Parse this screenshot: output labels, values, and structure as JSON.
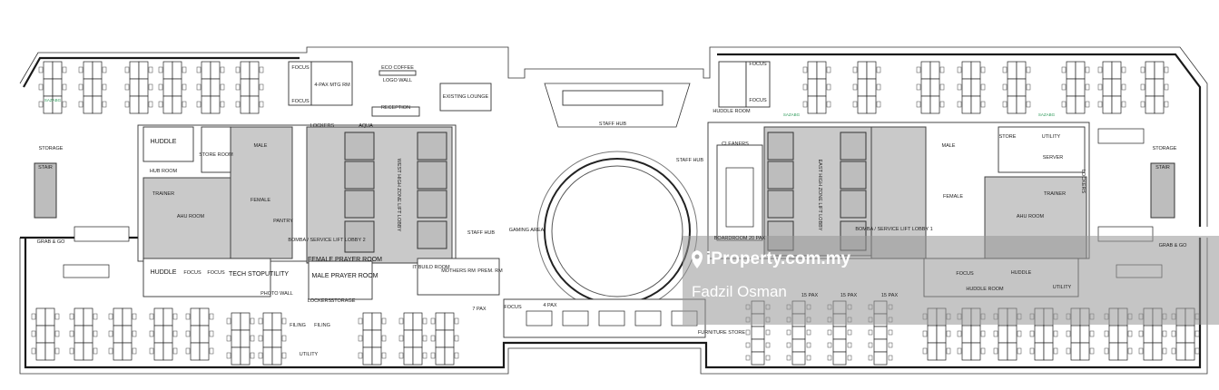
{
  "plan": {
    "labels": {
      "focus": "FOCUS",
      "meeting_4pax": "4-PAX MTG RM",
      "logo_wall": "LOGO WALL",
      "eco_coffee": "ECO COFFEE",
      "reception": "RECEPTION",
      "existing_lounge": "EXISTING LOUNGE",
      "staff_hub": "STAFF HUB",
      "huddle": "HUDDLE",
      "huddle_room": "HUDDLE ROOM",
      "store_room": "STORE ROOM",
      "hub_room": "HUB ROOM",
      "storage": "STORAGE",
      "grab_go": "GRAB & GO",
      "trainer": "TRAINER",
      "ahu_room": "AHU ROOM",
      "lockers": "LOCKERS",
      "aqua": "AQUA",
      "male": "MALE",
      "female": "FEMALE",
      "pantry": "PANTRY",
      "west_lobby": "WEST HIGH ZONE LIFT LOBBY",
      "east_lobby": "EAST HIGH ZONE LIFT LOBBY",
      "bomba_2": "BOMBA / SERVICE LIFT LOBBY 2",
      "bomba_1": "BOMBA / SERVICE LIFT LOBBY 1",
      "female_prayer": "FEMALE PRAYER ROOM",
      "male_prayer": "MALE PRAYER ROOM",
      "it_build": "IT BUILD ROOM",
      "mothers": "MOTHERS RM",
      "prem": "PREM. RM",
      "gaming": "GAMING AREA",
      "tech_stop": "TECH STOP",
      "utility": "UTILITY",
      "photo_wall": "PHOTO WALL",
      "storage_label": "STORAGE",
      "filing": "FILING",
      "cleaners": "CLEANERS",
      "boardroom": "BOARDROOM 20 PAX",
      "pax15": "15 PAX",
      "pax7": "7 PAX",
      "pax4": "4 PAX",
      "furniture_store": "FURNITURE STORE",
      "server": "SERVER",
      "store": "STORE",
      "stair": "STAIR",
      "planter": "SAZABG"
    }
  },
  "watermark": {
    "brand": "iProperty.com.my",
    "agent": "Fadzil Osman"
  }
}
